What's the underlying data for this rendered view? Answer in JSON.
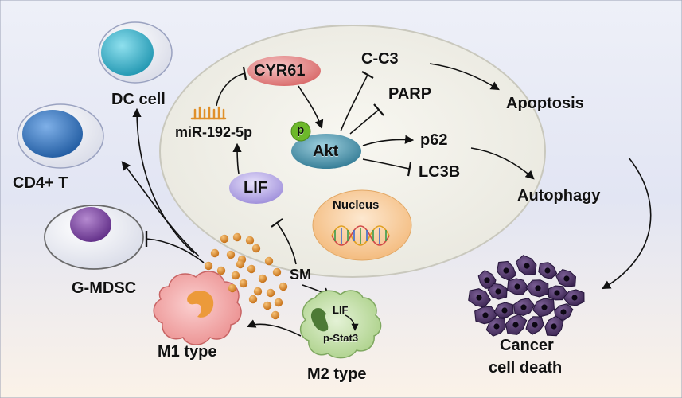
{
  "cell_types": {
    "dc": "DC cell",
    "cd4": "CD4+ T",
    "gmdsc": "G-MDSC",
    "m1": "M1 type",
    "m2": "M2 type"
  },
  "molecules": {
    "cyr61": "CYR61",
    "mir": "miR-192-5p",
    "p": "p",
    "akt": "Akt",
    "lif": "LIF",
    "cc3": "C-C3",
    "parp": "PARP",
    "p62": "p62",
    "lc3b": "LC3B",
    "nucleus": "Nucleus",
    "sm": "SM",
    "m2_lif": "LIF",
    "m2_pstat3": "p-Stat3"
  },
  "outcomes": {
    "apoptosis": "Apoptosis",
    "autophagy": "Autophagy",
    "cancer_line1": "Cancer",
    "cancer_line2": "cell death"
  },
  "colors": {
    "background_top": "#e2e6f4",
    "cell_fill": "#f2f1e9",
    "cyr61": "#e88a8a",
    "akt": "#4a8ea8",
    "lif": "#b4a8e6",
    "p_badge": "#6cb82a",
    "nucleus": "#f7c89a",
    "sm_dots": "#d98a28",
    "dc": "#3cb0c8",
    "cd4": "#2f6fb8",
    "gmdsc": "#7a3f9e",
    "m1": "#f09a9a",
    "m2": "#b8d89a",
    "tumor": "#4a3460"
  }
}
